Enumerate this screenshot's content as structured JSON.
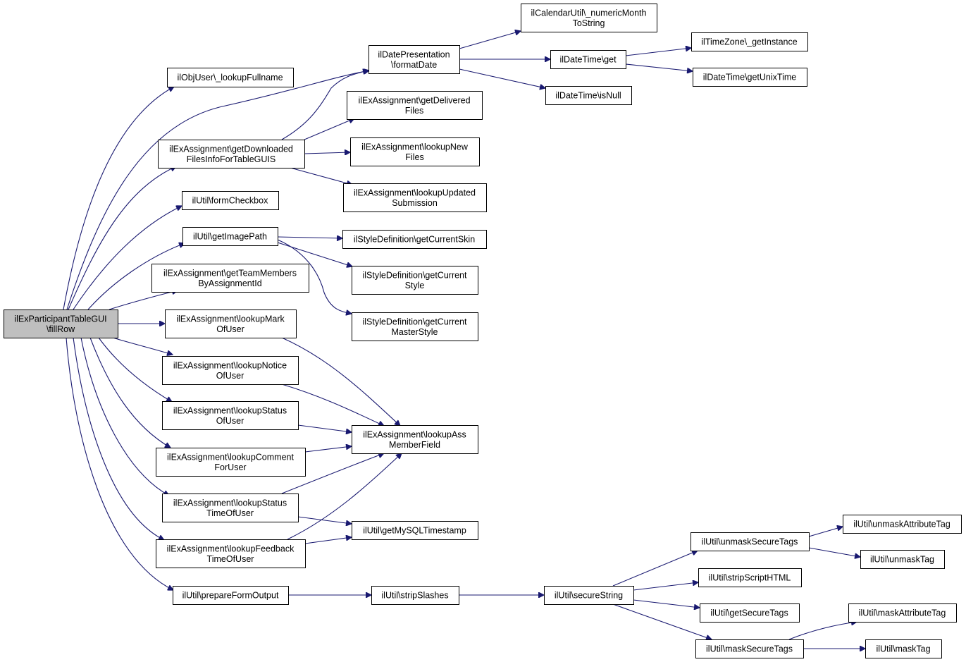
{
  "graph": {
    "type": "call-graph",
    "colors": {
      "edge": "#191970",
      "root_fill": "#bfbfbf",
      "node_fill": "#ffffff",
      "node_border": "#000000"
    },
    "nodes": [
      {
        "id": "root",
        "lines": [
          "ilExParticipantTableGUI",
          "\\fillRow"
        ],
        "root": true
      },
      {
        "id": "lookupFullname",
        "lines": [
          "ilObjUser\\_lookupFullname"
        ]
      },
      {
        "id": "formatDate",
        "lines": [
          "ilDatePresentation",
          "\\formatDate"
        ]
      },
      {
        "id": "numericMonth",
        "lines": [
          "ilCalendarUtil\\_numericMonth",
          "ToString"
        ]
      },
      {
        "id": "dtGet",
        "lines": [
          "ilDateTime\\get"
        ]
      },
      {
        "id": "tzGetInstance",
        "lines": [
          "ilTimeZone\\_getInstance"
        ]
      },
      {
        "id": "getUnixTime",
        "lines": [
          "ilDateTime\\getUnixTime"
        ]
      },
      {
        "id": "isNull",
        "lines": [
          "ilDateTime\\isNull"
        ]
      },
      {
        "id": "getDownloaded",
        "lines": [
          "ilExAssignment\\getDownloaded",
          "FilesInfoForTableGUIS"
        ]
      },
      {
        "id": "getDelivered",
        "lines": [
          "ilExAssignment\\getDelivered",
          "Files"
        ]
      },
      {
        "id": "lookupNewFiles",
        "lines": [
          "ilExAssignment\\lookupNew",
          "Files"
        ]
      },
      {
        "id": "lookupUpdated",
        "lines": [
          "ilExAssignment\\lookupUpdated",
          "Submission"
        ]
      },
      {
        "id": "formCheckbox",
        "lines": [
          "ilUtil\\formCheckbox"
        ]
      },
      {
        "id": "getImagePath",
        "lines": [
          "ilUtil\\getImagePath"
        ]
      },
      {
        "id": "getCurrentSkin",
        "lines": [
          "ilStyleDefinition\\getCurrentSkin"
        ]
      },
      {
        "id": "getCurrentStyle",
        "lines": [
          "ilStyleDefinition\\getCurrent",
          "Style"
        ]
      },
      {
        "id": "getCurrentMaster",
        "lines": [
          "ilStyleDefinition\\getCurrent",
          "MasterStyle"
        ]
      },
      {
        "id": "getTeamMembers",
        "lines": [
          "ilExAssignment\\getTeamMembers",
          "ByAssignmentId"
        ]
      },
      {
        "id": "lookupMark",
        "lines": [
          "ilExAssignment\\lookupMark",
          "OfUser"
        ]
      },
      {
        "id": "lookupNotice",
        "lines": [
          "ilExAssignment\\lookupNotice",
          "OfUser"
        ]
      },
      {
        "id": "lookupStatus",
        "lines": [
          "ilExAssignment\\lookupStatus",
          "OfUser"
        ]
      },
      {
        "id": "lookupAssMember",
        "lines": [
          "ilExAssignment\\lookupAss",
          "MemberField"
        ]
      },
      {
        "id": "lookupComment",
        "lines": [
          "ilExAssignment\\lookupComment",
          "ForUser"
        ]
      },
      {
        "id": "lookupStatusTime",
        "lines": [
          "ilExAssignment\\lookupStatus",
          "TimeOfUser"
        ]
      },
      {
        "id": "getMySQLTimestamp",
        "lines": [
          "ilUtil\\getMySQLTimestamp"
        ]
      },
      {
        "id": "lookupFeedback",
        "lines": [
          "ilExAssignment\\lookupFeedback",
          "TimeOfUser"
        ]
      },
      {
        "id": "prepareFormOutput",
        "lines": [
          "ilUtil\\prepareFormOutput"
        ]
      },
      {
        "id": "stripSlashes",
        "lines": [
          "ilUtil\\stripSlashes"
        ]
      },
      {
        "id": "secureString",
        "lines": [
          "ilUtil\\secureString"
        ]
      },
      {
        "id": "unmaskSecureTags",
        "lines": [
          "ilUtil\\unmaskSecureTags"
        ]
      },
      {
        "id": "unmaskAttributeTag",
        "lines": [
          "ilUtil\\unmaskAttributeTag"
        ]
      },
      {
        "id": "unmaskTag",
        "lines": [
          "ilUtil\\unmaskTag"
        ]
      },
      {
        "id": "stripScriptHTML",
        "lines": [
          "ilUtil\\stripScriptHTML"
        ]
      },
      {
        "id": "getSecureTags",
        "lines": [
          "ilUtil\\getSecureTags"
        ]
      },
      {
        "id": "maskSecureTags",
        "lines": [
          "ilUtil\\maskSecureTags"
        ]
      },
      {
        "id": "maskAttributeTag",
        "lines": [
          "ilUtil\\maskAttributeTag"
        ]
      },
      {
        "id": "maskTag",
        "lines": [
          "ilUtil\\maskTag"
        ]
      }
    ],
    "edges": [
      [
        "root",
        "lookupFullname"
      ],
      [
        "root",
        "formatDate"
      ],
      [
        "root",
        "getDownloaded"
      ],
      [
        "root",
        "formCheckbox"
      ],
      [
        "root",
        "getImagePath"
      ],
      [
        "root",
        "getTeamMembers"
      ],
      [
        "root",
        "lookupMark"
      ],
      [
        "root",
        "lookupNotice"
      ],
      [
        "root",
        "lookupStatus"
      ],
      [
        "root",
        "lookupComment"
      ],
      [
        "root",
        "lookupStatusTime"
      ],
      [
        "root",
        "lookupFeedback"
      ],
      [
        "root",
        "prepareFormOutput"
      ],
      [
        "formatDate",
        "numericMonth"
      ],
      [
        "formatDate",
        "dtGet"
      ],
      [
        "formatDate",
        "isNull"
      ],
      [
        "dtGet",
        "tzGetInstance"
      ],
      [
        "dtGet",
        "getUnixTime"
      ],
      [
        "getDownloaded",
        "formatDate"
      ],
      [
        "getDownloaded",
        "getDelivered"
      ],
      [
        "getDownloaded",
        "lookupNewFiles"
      ],
      [
        "getDownloaded",
        "lookupUpdated"
      ],
      [
        "getImagePath",
        "getCurrentSkin"
      ],
      [
        "getImagePath",
        "getCurrentStyle"
      ],
      [
        "getImagePath",
        "getCurrentMaster"
      ],
      [
        "lookupMark",
        "lookupAssMember"
      ],
      [
        "lookupNotice",
        "lookupAssMember"
      ],
      [
        "lookupStatus",
        "lookupAssMember"
      ],
      [
        "lookupComment",
        "lookupAssMember"
      ],
      [
        "lookupStatusTime",
        "lookupAssMember"
      ],
      [
        "lookupStatusTime",
        "getMySQLTimestamp"
      ],
      [
        "lookupFeedback",
        "lookupAssMember"
      ],
      [
        "lookupFeedback",
        "getMySQLTimestamp"
      ],
      [
        "prepareFormOutput",
        "stripSlashes"
      ],
      [
        "stripSlashes",
        "secureString"
      ],
      [
        "secureString",
        "unmaskSecureTags"
      ],
      [
        "secureString",
        "stripScriptHTML"
      ],
      [
        "secureString",
        "getSecureTags"
      ],
      [
        "secureString",
        "maskSecureTags"
      ],
      [
        "unmaskSecureTags",
        "unmaskAttributeTag"
      ],
      [
        "unmaskSecureTags",
        "unmaskTag"
      ],
      [
        "maskSecureTags",
        "maskAttributeTag"
      ],
      [
        "maskSecureTags",
        "maskTag"
      ]
    ]
  }
}
